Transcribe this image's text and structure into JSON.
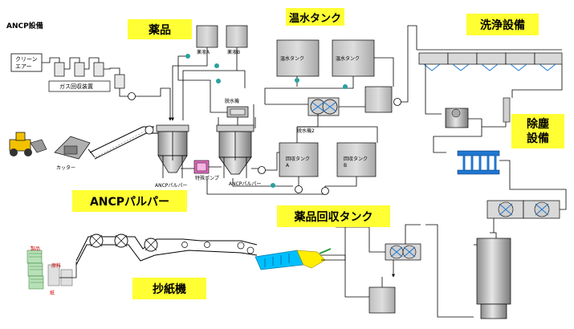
{
  "header": {
    "title": "ANCP設備"
  },
  "section_labels": {
    "chemicals": "薬品",
    "hot_water_tank": "温水タンク",
    "washing_equipment": "洗浄設備",
    "dust_removal_line1": "除塵",
    "dust_removal_line2": "設備",
    "ancp_pulper": "ANCPパルパー",
    "chemical_recovery_tank": "薬品回収タンク",
    "paper_machine": "抄紙機"
  },
  "equipment_labels": {
    "clean_air_line1": "クリーン",
    "clean_air_line2": "エアー",
    "gas_recovery": "ガス回収装置",
    "chem_a": "薬液A",
    "chem_b": "薬液B",
    "hot_tank_1": "温水タンク",
    "hot_tank_2": "温水タンク",
    "dewatering_1": "脱水機",
    "dewatering_2": "脱水機2",
    "recovery_a_line1": "回収タンク",
    "recovery_a_line2": "A",
    "recovery_b_line1": "回収タンク",
    "recovery_b_line2": "B",
    "cutter": "カッター",
    "pulper_label_1": "ANCPパルパー",
    "pulper_label_2": "ANCPパルパー",
    "special_pump": "特殊ポンプ",
    "stack_1": "製品",
    "stack_2": "原料",
    "stack_3": "紙"
  },
  "colors": {
    "label_bg": "#ffff33",
    "pipe": "#000000",
    "vessel_fill": "#c9c9c9",
    "accent_blue": "#1f77d0",
    "cyan": "#00bfff",
    "yellow_end": "#ffee00",
    "pump_pink": "#e66bc2",
    "loader_yellow": "#f2c200"
  }
}
